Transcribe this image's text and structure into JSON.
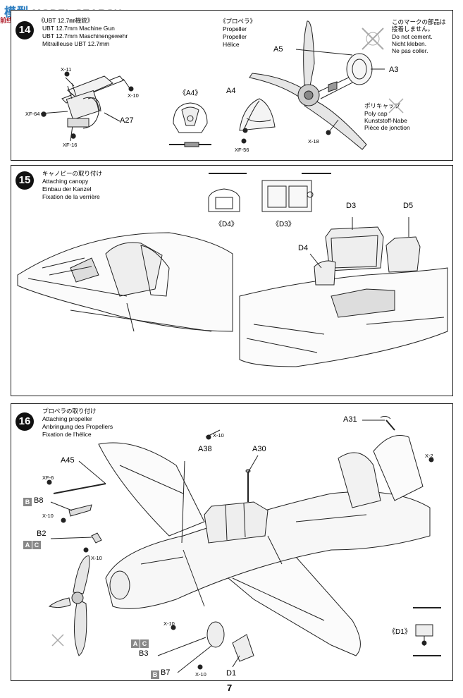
{
  "watermark": {
    "cn": "模型",
    "text": "MODEL SEARCH",
    "sub": "前线模型"
  },
  "page_number": "7",
  "step14": {
    "number": "14",
    "gun_title_jp": "《UBT 12.7㎜機銃》",
    "gun_title_en": "UBT 12.7mm Machine Gun",
    "gun_title_de": "UBT 12.7mm Maschinengewehr",
    "gun_title_fr": "Mitrailleuse UBT 12.7mm",
    "prop_title_jp": "《プロペラ》",
    "prop_title_en": "Propeller",
    "prop_title_de": "Propeller",
    "prop_title_fr": "Hélice",
    "note_jp1": "このマークの部品は",
    "note_jp2": "接着しません。",
    "note_en": "Do not cement.",
    "note_de": "Nicht kleben.",
    "note_fr": "Ne pas coller.",
    "polycap_jp": "ポリキャップ",
    "polycap_en": "Poly cap",
    "polycap_de": "Kunststoff-Nabe",
    "polycap_fr": "Pièce de jonction",
    "parts": {
      "x11": "X-11",
      "x10": "X-10",
      "xf64": "XF-64",
      "xf16": "XF-16",
      "a27": "A27",
      "a4ref": "《A4》",
      "a4": "A4",
      "xf56": "XF-56",
      "a5": "A5",
      "a3": "A3",
      "x18": "X-18"
    }
  },
  "step15": {
    "number": "15",
    "title_jp": "キャノピーの取り付け",
    "title_en": "Attaching canopy",
    "title_de": "Einbau der Kanzel",
    "title_fr": "Fixation de la verrière",
    "parts": {
      "d4ref": "《D4》",
      "d3ref": "《D3》",
      "d3": "D3",
      "d5": "D5",
      "d4": "D4"
    }
  },
  "step16": {
    "number": "16",
    "title_jp": "プロペラの取り付け",
    "title_en": "Attaching propeller",
    "title_de": "Anbringung des Propellers",
    "title_fr": "Fixation de l'hélice",
    "parts": {
      "a31": "A31",
      "x10a": "X-10",
      "a38": "A38",
      "a30": "A30",
      "x2": "X-2",
      "a45": "A45",
      "xf6": "XF-6",
      "b8": "B8",
      "x10b": "X-10",
      "b2": "B2",
      "x10c": "X-10",
      "x10d": "X-10",
      "b3": "B3",
      "b7": "B7",
      "x10e": "X-10",
      "d1": "D1",
      "d1ref": "《D1》"
    },
    "tags": {
      "b_a": "B",
      "a1": "A",
      "c1": "C",
      "a2": "A",
      "c2": "C",
      "b_b": "B"
    }
  }
}
